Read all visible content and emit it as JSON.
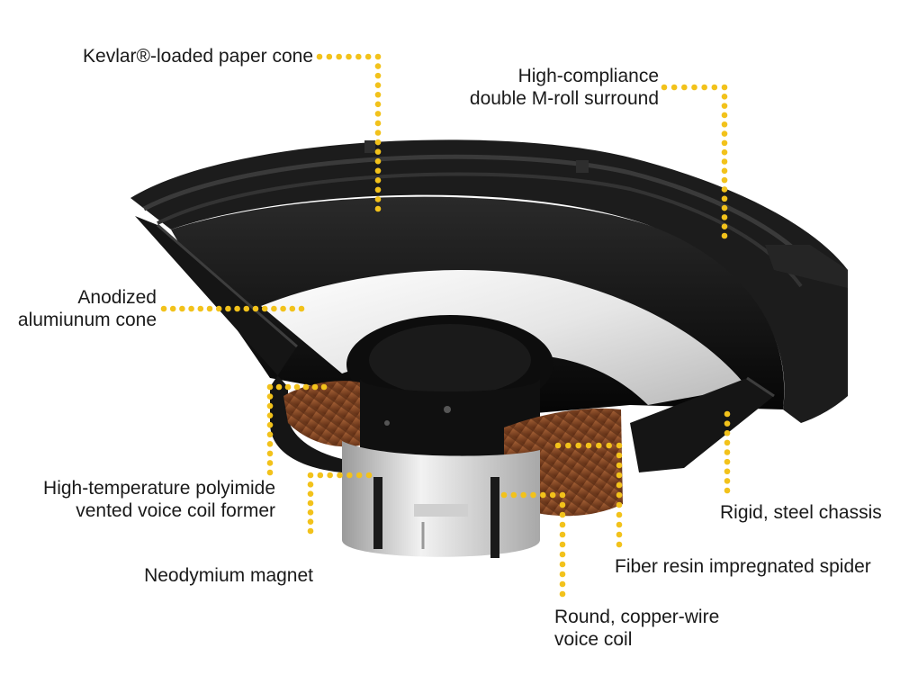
{
  "colors": {
    "leader": "#f2c21b",
    "text": "#1a1a1a",
    "frame": "#1b1b1b",
    "cone": "#111111",
    "aluminium": "#e8e8e8",
    "spider": "#7a3d1c",
    "magnet": "#cfcfcf"
  },
  "callouts": {
    "paper_cone": {
      "line1": "Kevlar®-loaded paper cone"
    },
    "surround": {
      "line1": "High-compliance",
      "line2": "double M-roll surround"
    },
    "alu_cone": {
      "line1": "Anodized",
      "line2": "alumiunum cone"
    },
    "coil_former": {
      "line1": "High-temperature polyimide",
      "line2": "vented voice coil former"
    },
    "magnet": {
      "line1": "Neodymium magnet"
    },
    "voice_coil": {
      "line1": "Round, copper-wire",
      "line2": "voice coil"
    },
    "spider": {
      "line1": "Fiber resin impregnated spider"
    },
    "chassis": {
      "line1": "Rigid, steel chassis"
    }
  }
}
